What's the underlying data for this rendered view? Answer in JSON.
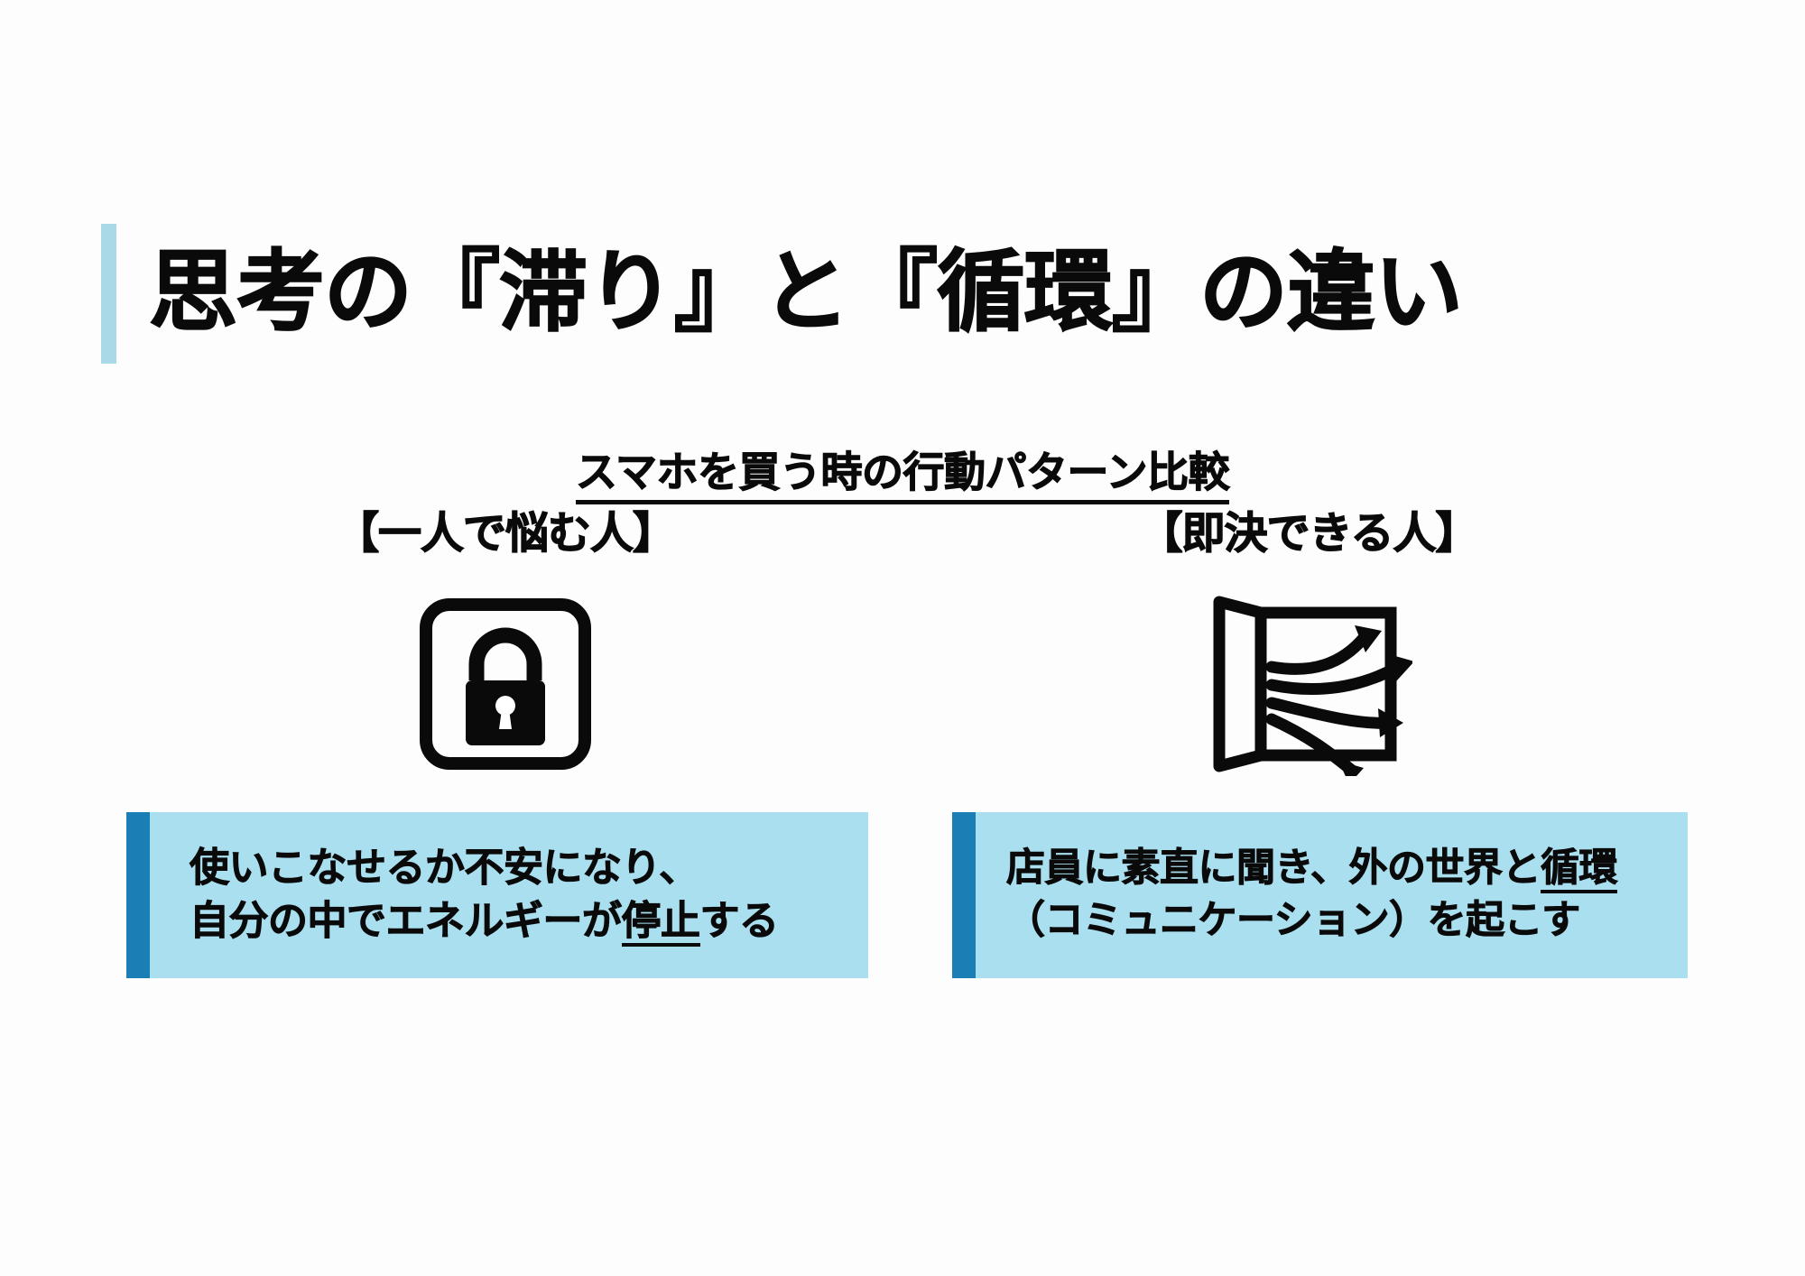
{
  "slide": {
    "background_color": "#fdfdfd",
    "title": "思考の『滞り』と『循環』の違い",
    "title_accent_color": "#a9d9e6",
    "subtitle": "スマホを買う時の行動パターン比較"
  },
  "columns": [
    {
      "id": "left",
      "heading": "【一人で悩む人】",
      "icon": "lock-in-square-icon",
      "caption": {
        "line1": "使いこなせるか不安になり、",
        "line2_before": "自分の中でエネルギーが",
        "line2_underlined": "停止",
        "line2_after": "する",
        "background_color": "#aadff0",
        "accent_color": "#1b7fb5"
      }
    },
    {
      "id": "right",
      "heading": "【即決できる人】",
      "icon": "open-door-arrows-icon",
      "caption": {
        "line1_before": "店員に素直に聞き、外の世界と",
        "line1_underlined": "循環",
        "line1_after": "",
        "line2": "（コミュニケーション）を起こす",
        "background_color": "#aadff0",
        "accent_color": "#1b7fb5"
      }
    }
  ]
}
